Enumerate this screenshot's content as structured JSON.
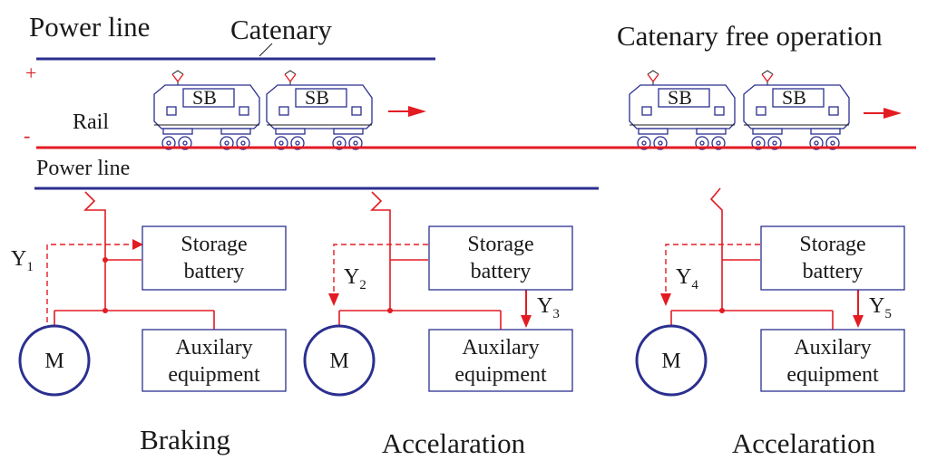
{
  "top": {
    "power_line_label": "Power line",
    "catenary_label": "Catenary",
    "catenary_free_label": "Catenary free operation",
    "plus_sign": "+",
    "minus_sign": "-",
    "rail_label": "Rail",
    "lower_power_line_label": "Power line",
    "sb_label": "SB"
  },
  "circuits": [
    {
      "id": "braking",
      "caption": "Braking",
      "motor_label": "M",
      "battery_line1": "Storage",
      "battery_line2": "battery",
      "aux_line1": "Auxilary",
      "aux_line2": "equipment",
      "flows": [
        {
          "label": "Y",
          "sub": "1"
        }
      ]
    },
    {
      "id": "accel-catenary",
      "caption": "Accelaration",
      "motor_label": "M",
      "battery_line1": "Storage",
      "battery_line2": "battery",
      "aux_line1": "Auxilary",
      "aux_line2": "equipment",
      "flows": [
        {
          "label": "Y",
          "sub": "2"
        },
        {
          "label": "Y",
          "sub": "3"
        }
      ]
    },
    {
      "id": "accel-catenary-free",
      "caption": "Accelaration",
      "motor_label": "M",
      "battery_line1": "Storage",
      "battery_line2": "battery",
      "aux_line1": "Auxilary",
      "aux_line2": "equipment",
      "flows": [
        {
          "label": "Y",
          "sub": "4"
        },
        {
          "label": "Y",
          "sub": "5"
        }
      ]
    }
  ],
  "colors": {
    "catenary": "#2b2f8f",
    "rail": "#e31b23",
    "circuit": "#e31b23",
    "outline": "#2b2f8f"
  }
}
